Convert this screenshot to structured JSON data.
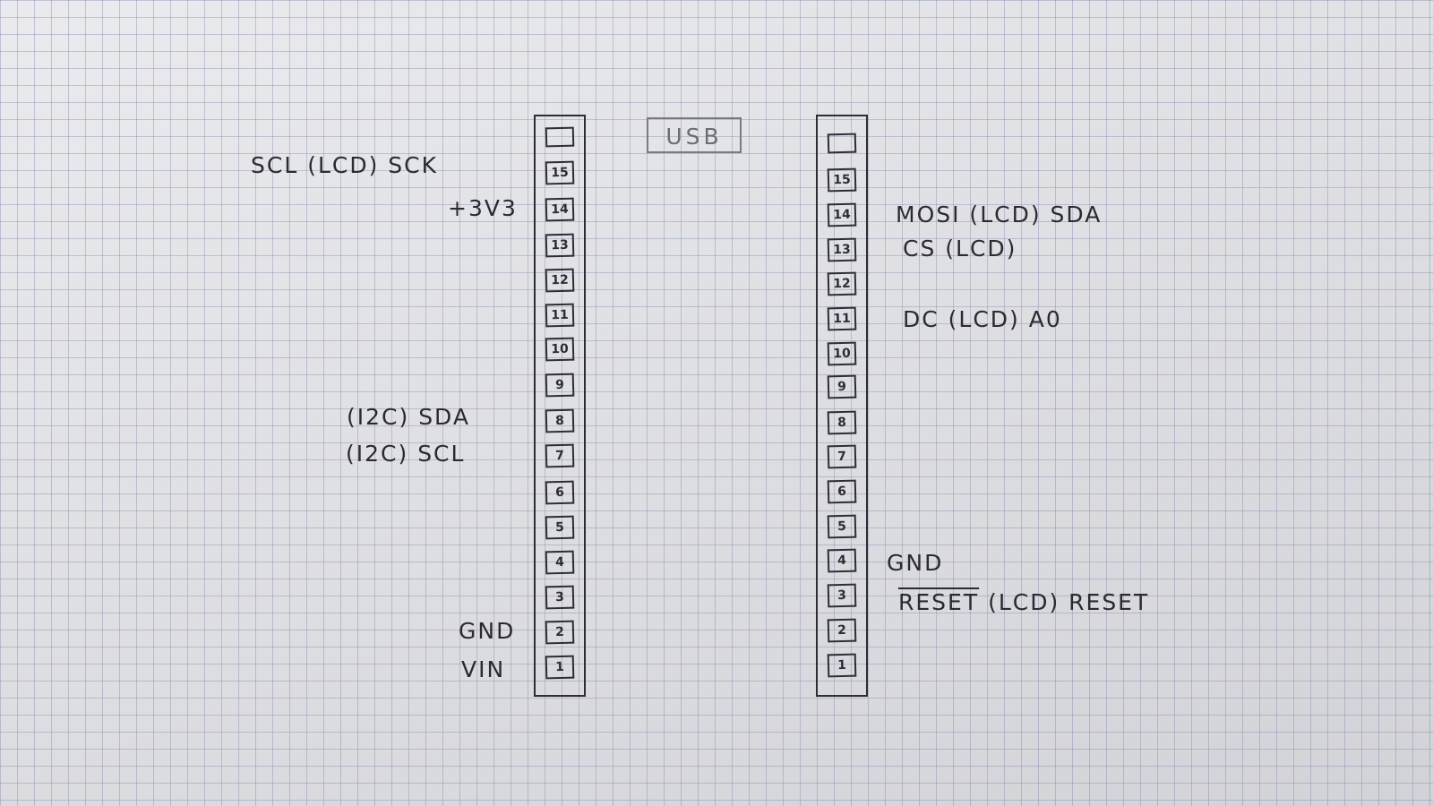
{
  "usb_label": "USB",
  "left_header": {
    "pins": [
      "15",
      "14",
      "13",
      "12",
      "11",
      "10",
      "9",
      "8",
      "7",
      "6",
      "5",
      "4",
      "3",
      "2",
      "1"
    ]
  },
  "right_header": {
    "pins": [
      "15",
      "14",
      "13",
      "12",
      "11",
      "10",
      "9",
      "8",
      "7",
      "6",
      "5",
      "4",
      "3",
      "2",
      "1"
    ]
  },
  "left_labels": {
    "pin15": "SCL  (LCD) SCK",
    "pin14": "+3V3",
    "pin8": "(I2C) SDA",
    "pin7": "(I2C) SCL",
    "pin2": "GND",
    "pin1": "VIN"
  },
  "right_labels": {
    "pin14": "MOSI (LCD) SDA",
    "pin13": "CS (LCD)",
    "pin11": "DC (LCD) A0",
    "pin4": "GND",
    "pin3_main": "RESET",
    "pin3_rest": "(LCD) RESET"
  }
}
